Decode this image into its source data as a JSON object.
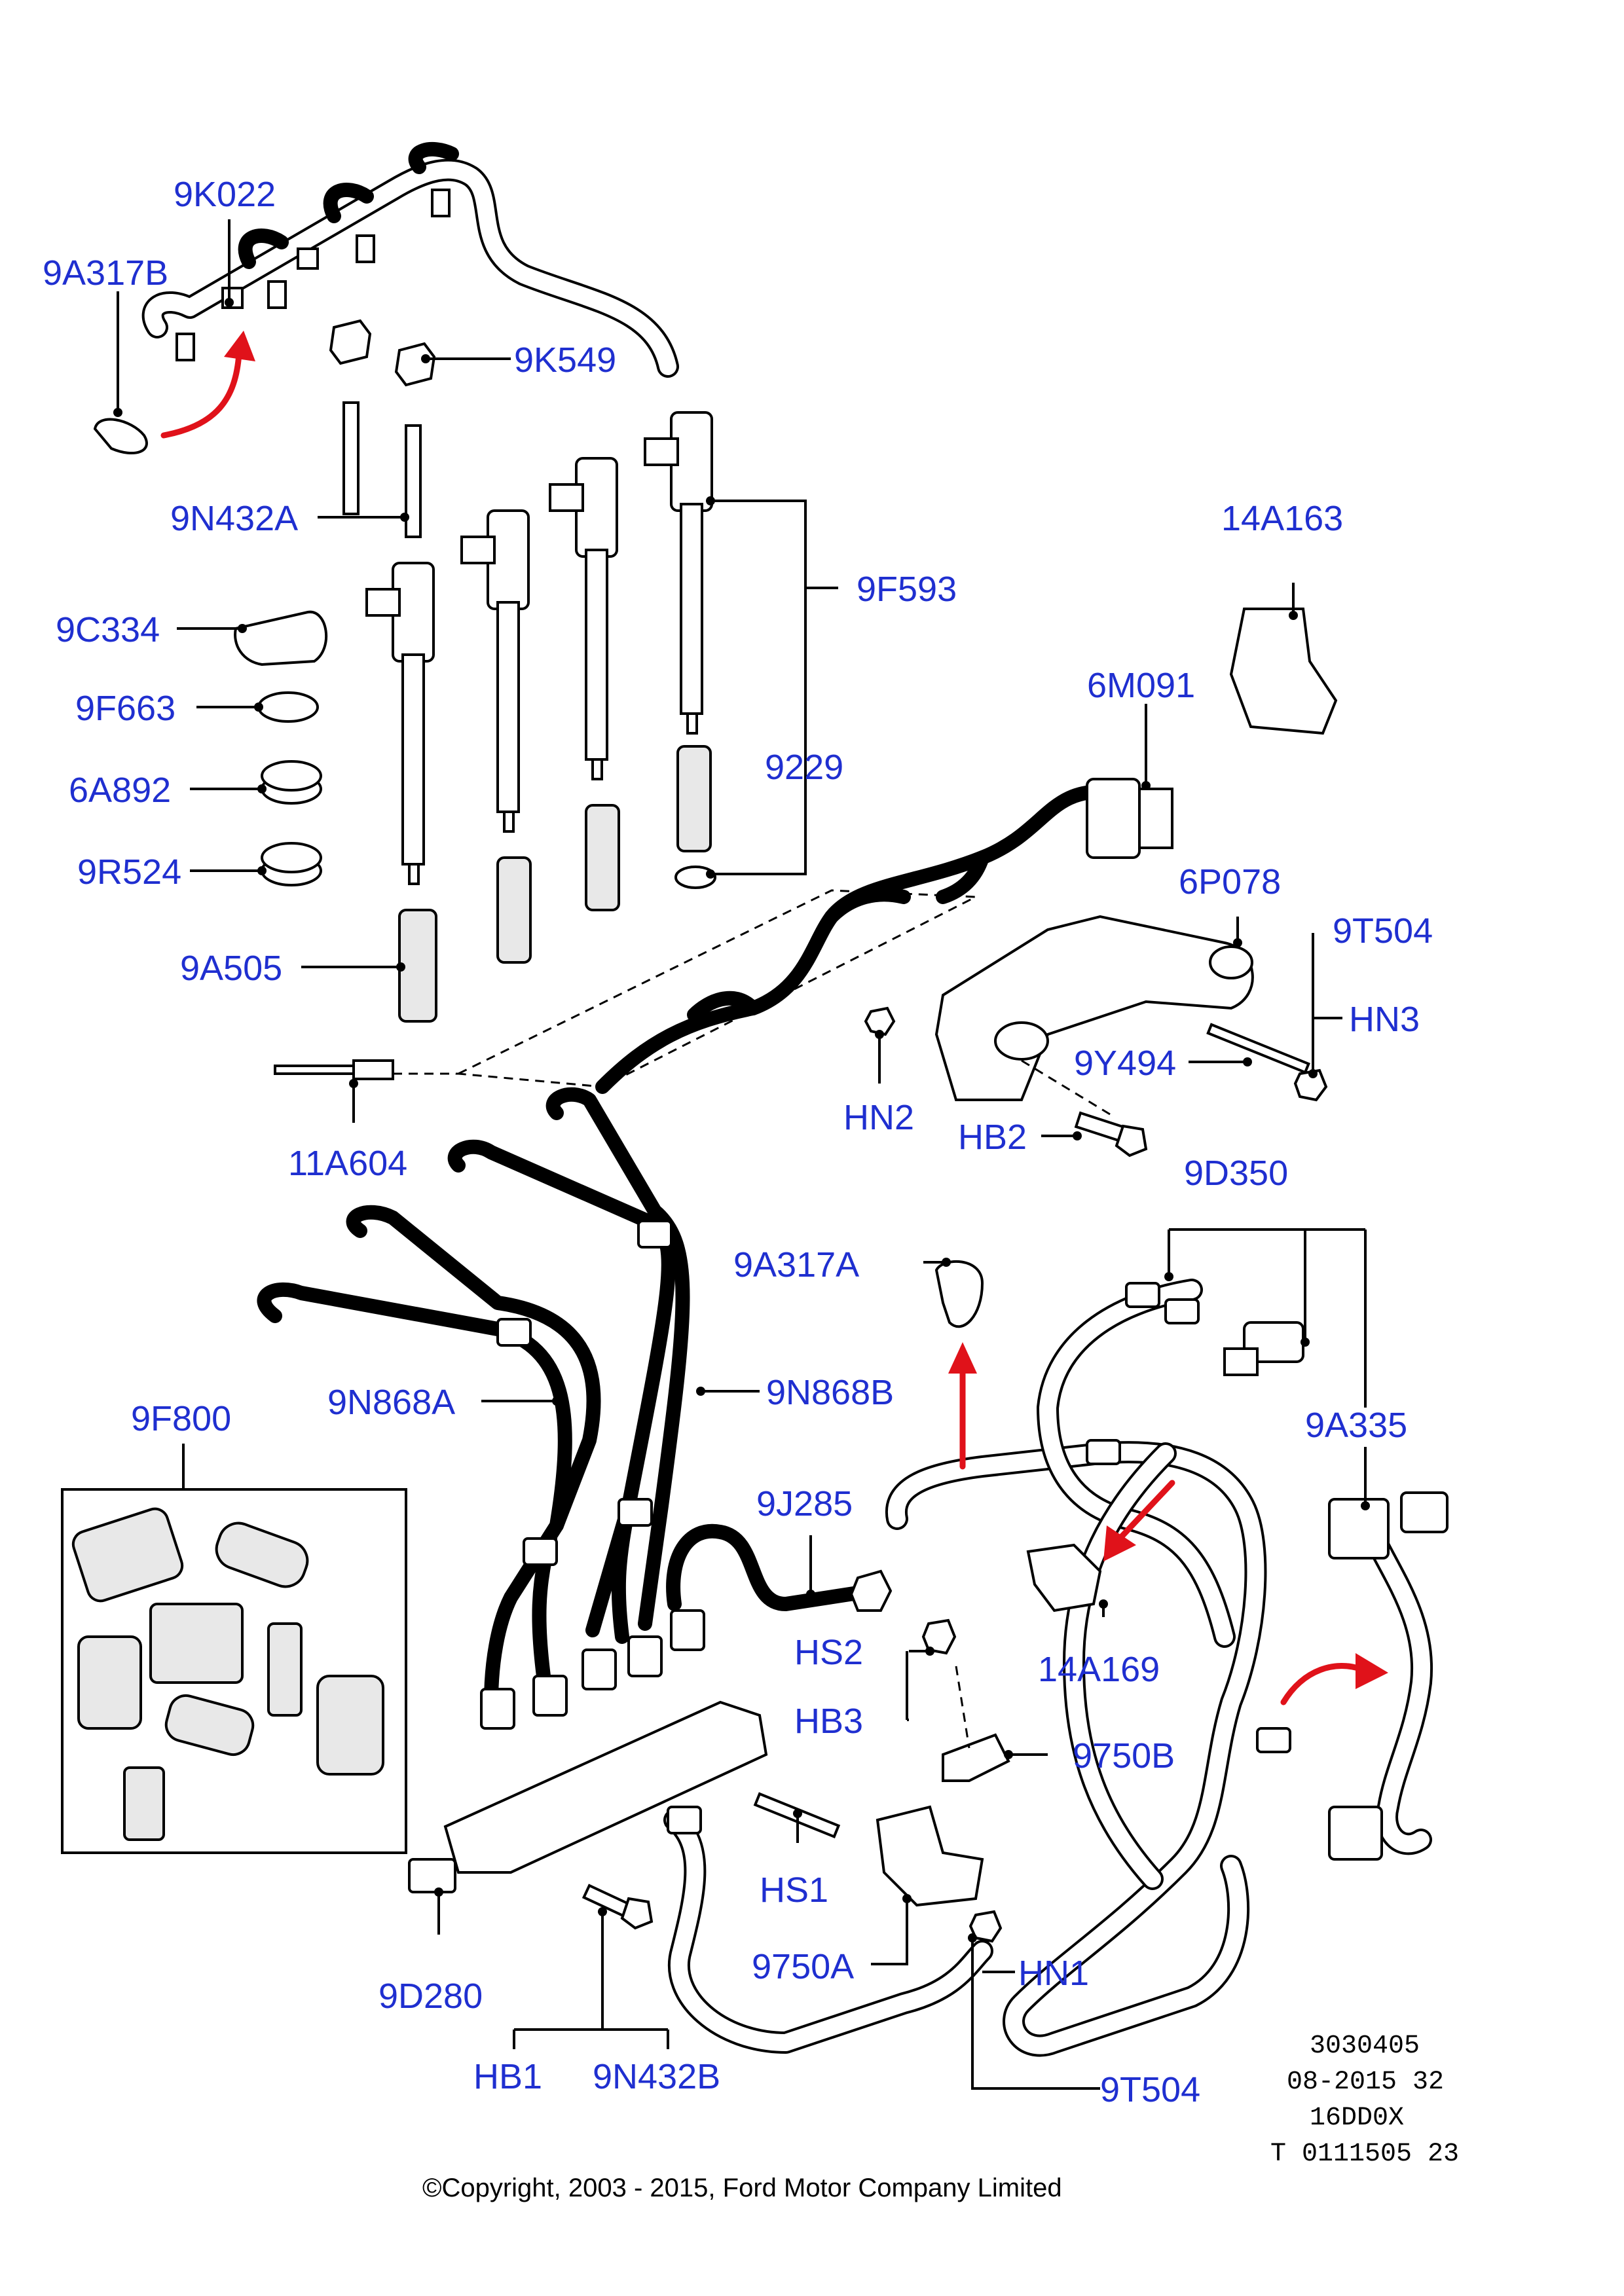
{
  "labels": {
    "l_9K022": "9K022",
    "l_9A317B": "9A317B",
    "l_9K549": "9K549",
    "l_9N432A": "9N432A",
    "l_14A163": "14A163",
    "l_9C334": "9C334",
    "l_9F593": "9F593",
    "l_9F663": "9F663",
    "l_6M091": "6M091",
    "l_9229": "9229",
    "l_6A892": "6A892",
    "l_9R524": "9R524",
    "l_6P078": "6P078",
    "l_9T504_top": "9T504",
    "l_9A505": "9A505",
    "l_HN3": "HN3",
    "l_9Y494": "9Y494",
    "l_HN2": "HN2",
    "l_HB2": "HB2",
    "l_11A604": "11A604",
    "l_9D350": "9D350",
    "l_9A317A": "9A317A",
    "l_9F800": "9F800",
    "l_9N868A": "9N868A",
    "l_9N868B": "9N868B",
    "l_9A335": "9A335",
    "l_9J285": "9J285",
    "l_HS2": "HS2",
    "l_14A169": "14A169",
    "l_HB3": "HB3",
    "l_9750B": "9750B",
    "l_HS1": "HS1",
    "l_9750A": "9750A",
    "l_HN1": "HN1",
    "l_9D280": "9D280",
    "l_HB1": "HB1",
    "l_9N432B": "9N432B",
    "l_9T504_bottom": "9T504"
  },
  "reference": {
    "line1": "3030405",
    "line2": "08-2015 32",
    "line3": "16DD0X",
    "line4": "T 0111505 23"
  },
  "copyright": "©Copyright, 2003 - 2015, Ford Motor Company Limited",
  "colors": {
    "label": "#1f2fd0",
    "arrow": "#e0121a",
    "line": "#000000"
  }
}
